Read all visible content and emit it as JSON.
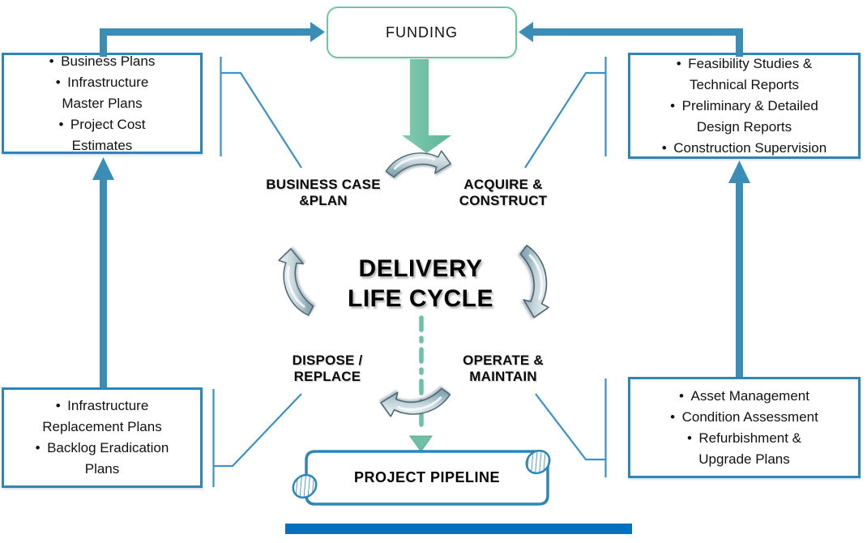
{
  "diagram": {
    "bullet_char": "•",
    "funding": {
      "label": "FUNDING"
    },
    "center_title": {
      "label": "DELIVERY\nLIFE CYCLE"
    },
    "phases": {
      "business_case": {
        "label": "BUSINESS CASE\n&PLAN"
      },
      "acquire": {
        "label": "ACQUIRE &\nCONSTRUCT"
      },
      "dispose": {
        "label": "DISPOSE /\nREPLACE"
      },
      "operate": {
        "label": "OPERATE &\nMAINTAIN"
      }
    },
    "boxes": {
      "top_left": {
        "items": [
          "Business Plans",
          "Infrastructure\nMaster Plans",
          "Project Cost\nEstimates"
        ]
      },
      "top_right": {
        "items": [
          "Feasibility Studies &\nTechnical Reports",
          "Preliminary & Detailed\nDesign Reports",
          "Construction Supervision"
        ]
      },
      "bottom_left": {
        "items": [
          "Infrastructure\nReplacement Plans",
          "Backlog Eradication\nPlans"
        ]
      },
      "bottom_right": {
        "items": [
          "Asset Management",
          "Condition Assessment",
          "Refurbishment &\nUpgrade Plans"
        ]
      }
    },
    "pipeline": {
      "label": "PROJECT PIPELINE"
    }
  },
  "colors": {
    "box-border-blue": "#2e86b5",
    "arrow-blue": "#3a8db5",
    "callout-blue": "#3e92c4",
    "funding-border-green": "#74c3a9",
    "flow-green": "#6fc0a4",
    "bottom-bar-blue": "#0070c0",
    "cycle-arrow-dark": "#47626d",
    "text-black": "#111111"
  }
}
